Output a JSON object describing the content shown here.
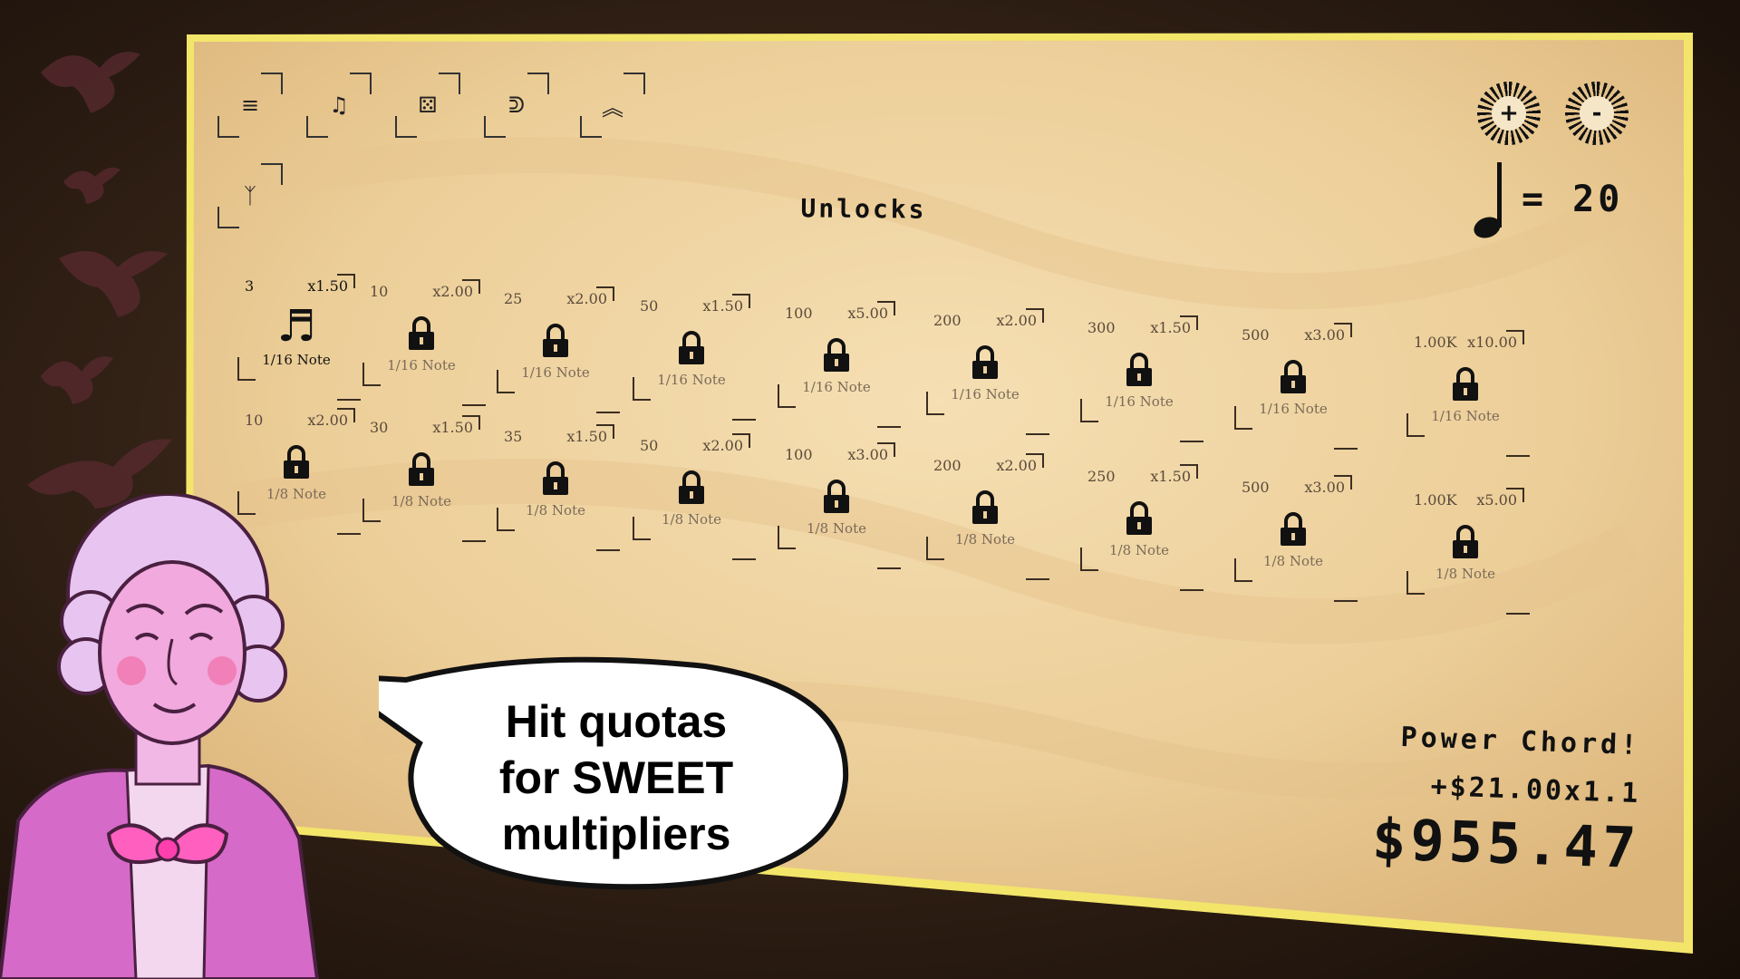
{
  "toolbar": {
    "buttons": [
      {
        "name": "menu-button",
        "glyph": "≡",
        "icon": "menu-icon"
      },
      {
        "name": "music-button",
        "glyph": "♫",
        "icon": "music-notes-icon"
      },
      {
        "name": "dice-button",
        "glyph": "⚄",
        "icon": "dice-icon"
      },
      {
        "name": "ear-button",
        "glyph": "ᕲ",
        "icon": "ear-icon"
      },
      {
        "name": "upgrade-button",
        "glyph": "︽",
        "icon": "double-chevron-up-icon"
      },
      {
        "name": "wings-button",
        "glyph": "ᛉ",
        "icon": "wings-icon"
      }
    ]
  },
  "title": "Unlocks",
  "zoom": {
    "plus": "+",
    "minus": "-"
  },
  "tempo": {
    "value": "= 20",
    "icon": "quarter-note-icon"
  },
  "unlocks": {
    "row1": [
      {
        "cost": "3",
        "mult": "x1.50",
        "label": "1/16 Note",
        "unlocked": true
      },
      {
        "cost": "10",
        "mult": "x2.00",
        "label": "1/16 Note",
        "unlocked": false
      },
      {
        "cost": "25",
        "mult": "x2.00",
        "label": "1/16 Note",
        "unlocked": false
      },
      {
        "cost": "50",
        "mult": "x1.50",
        "label": "1/16 Note",
        "unlocked": false
      },
      {
        "cost": "100",
        "mult": "x5.00",
        "label": "1/16 Note",
        "unlocked": false
      },
      {
        "cost": "200",
        "mult": "x2.00",
        "label": "1/16 Note",
        "unlocked": false
      },
      {
        "cost": "300",
        "mult": "x1.50",
        "label": "1/16 Note",
        "unlocked": false
      },
      {
        "cost": "500",
        "mult": "x3.00",
        "label": "1/16 Note",
        "unlocked": false
      },
      {
        "cost": "1.00K",
        "mult": "x10.00",
        "label": "1/16 Note",
        "unlocked": false
      }
    ],
    "row2": [
      {
        "cost": "10",
        "mult": "x2.00",
        "label": "1/8 Note",
        "unlocked": false
      },
      {
        "cost": "30",
        "mult": "x1.50",
        "label": "1/8 Note",
        "unlocked": false
      },
      {
        "cost": "35",
        "mult": "x1.50",
        "label": "1/8 Note",
        "unlocked": false
      },
      {
        "cost": "50",
        "mult": "x2.00",
        "label": "1/8 Note",
        "unlocked": false
      },
      {
        "cost": "100",
        "mult": "x3.00",
        "label": "1/8 Note",
        "unlocked": false
      },
      {
        "cost": "200",
        "mult": "x2.00",
        "label": "1/8 Note",
        "unlocked": false
      },
      {
        "cost": "250",
        "mult": "x1.50",
        "label": "1/8 Note",
        "unlocked": false
      },
      {
        "cost": "500",
        "mult": "x3.00",
        "label": "1/8 Note",
        "unlocked": false
      },
      {
        "cost": "1.00K",
        "mult": "x5.00",
        "label": "1/8 Note",
        "unlocked": false
      }
    ]
  },
  "score": {
    "event": "Power Chord!",
    "gain": "+$21.00x1.1",
    "total": "$955.47"
  },
  "speech": {
    "line1": "Hit quotas",
    "line2": "for SWEET",
    "line3": "multipliers"
  },
  "colors": {
    "paper": "#f0d6a6",
    "paper_border": "#f3e56a",
    "ink": "#111111",
    "character_pink": "#e07ad6",
    "bow_pink": "#ff5fbf"
  }
}
